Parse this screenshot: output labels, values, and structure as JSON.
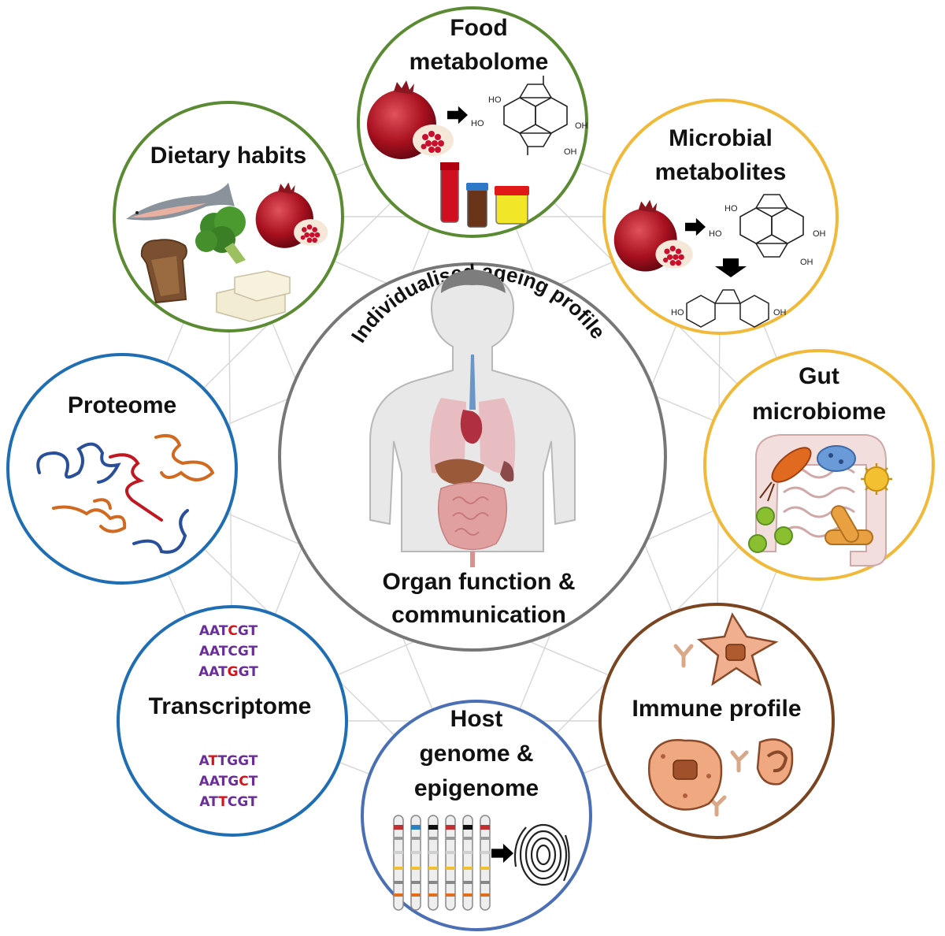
{
  "center": {
    "arc_title": "Individualised ageing profile",
    "bottom_line1": "Organ function &",
    "bottom_line2": "communication"
  },
  "nodes": {
    "food": {
      "line1": "Food",
      "line2": "metabolome",
      "color": "#5a8a32"
    },
    "diet": {
      "line1": "Dietary habits",
      "color": "#5a8a32"
    },
    "microbial": {
      "line1": "Microbial",
      "line2": "metabolites",
      "color": "#f0b93a"
    },
    "gut": {
      "line1": "Gut",
      "line2": "microbiome",
      "color": "#f0b93a"
    },
    "proteome": {
      "line1": "Proteome",
      "color": "#1f6db3"
    },
    "transcriptome": {
      "line1": "Transcriptome",
      "color": "#1f6db3",
      "seq_top": [
        {
          "a": "AAT",
          "b": "C",
          "c": "GT"
        },
        {
          "a": "AATCGT",
          "b": "",
          "c": ""
        },
        {
          "a": "AAT",
          "b": "G",
          "c": "GT"
        }
      ],
      "seq_bottom": [
        {
          "a": "A",
          "b": "T",
          "c": "TGGT"
        },
        {
          "a": "AATG",
          "b": "C",
          "c": "T"
        },
        {
          "a": "AT",
          "b": "T",
          "c": "CGT"
        }
      ]
    },
    "host": {
      "line1": "Host",
      "line2": "genome &",
      "line3": "epigenome",
      "color": "#4a6fb5"
    },
    "immune": {
      "line1": "Immune profile",
      "color": "#7a4420"
    }
  },
  "chem_labels": {
    "oh": "OH",
    "ho": "HO"
  },
  "colors": {
    "center_ring": "#777777",
    "web": "#d0d0d0",
    "seq_main": "#6b2d9a",
    "seq_mut": "#d4141c"
  }
}
